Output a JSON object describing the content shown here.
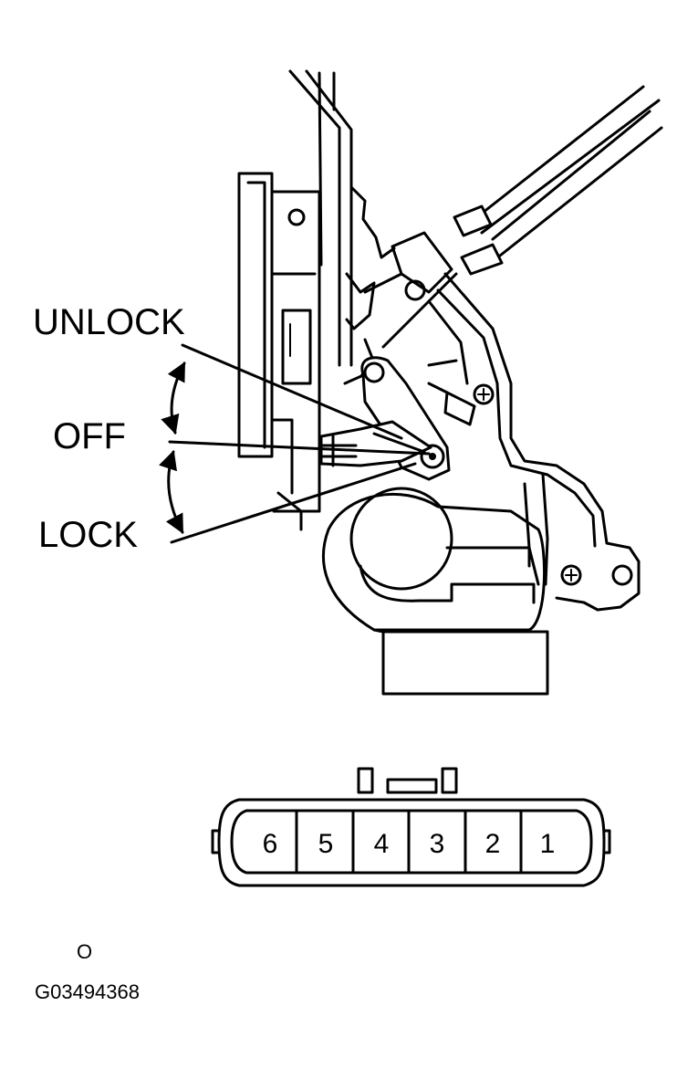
{
  "labels": {
    "unlock": "UNLOCK",
    "off": "OFF",
    "lock": "LOCK"
  },
  "connector": {
    "pins": [
      "6",
      "5",
      "4",
      "3",
      "2",
      "1"
    ]
  },
  "footer": {
    "marker": "O",
    "figure_code": "G03494368"
  }
}
